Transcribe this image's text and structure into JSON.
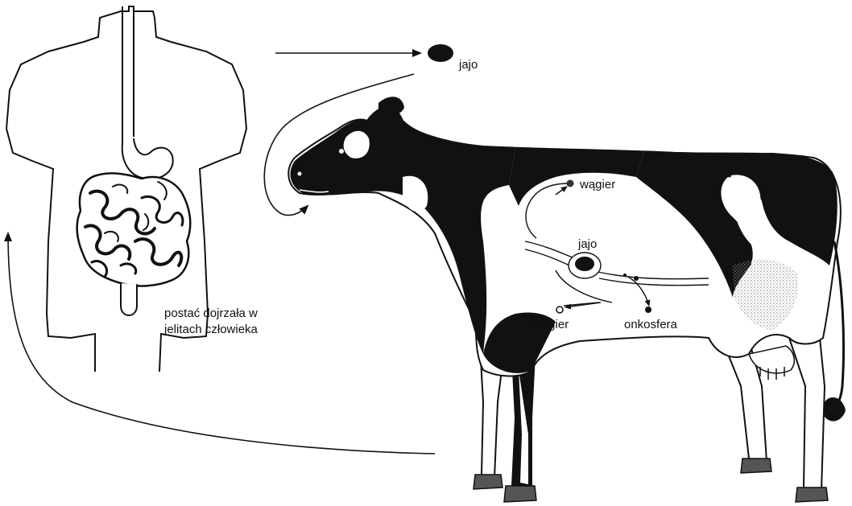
{
  "labels": {
    "egg_top": "jajo",
    "wagier_upper": "wągier",
    "jajo_inside": "jajo",
    "wagier_lower": "wągier",
    "onkosfera": "onkosfera",
    "adult_line1": "postać dojrzała w",
    "adult_line2": "jelitach człowieka"
  },
  "colors": {
    "ink": "#111111",
    "paper": "#ffffff",
    "shade": "#bdbdbd"
  }
}
